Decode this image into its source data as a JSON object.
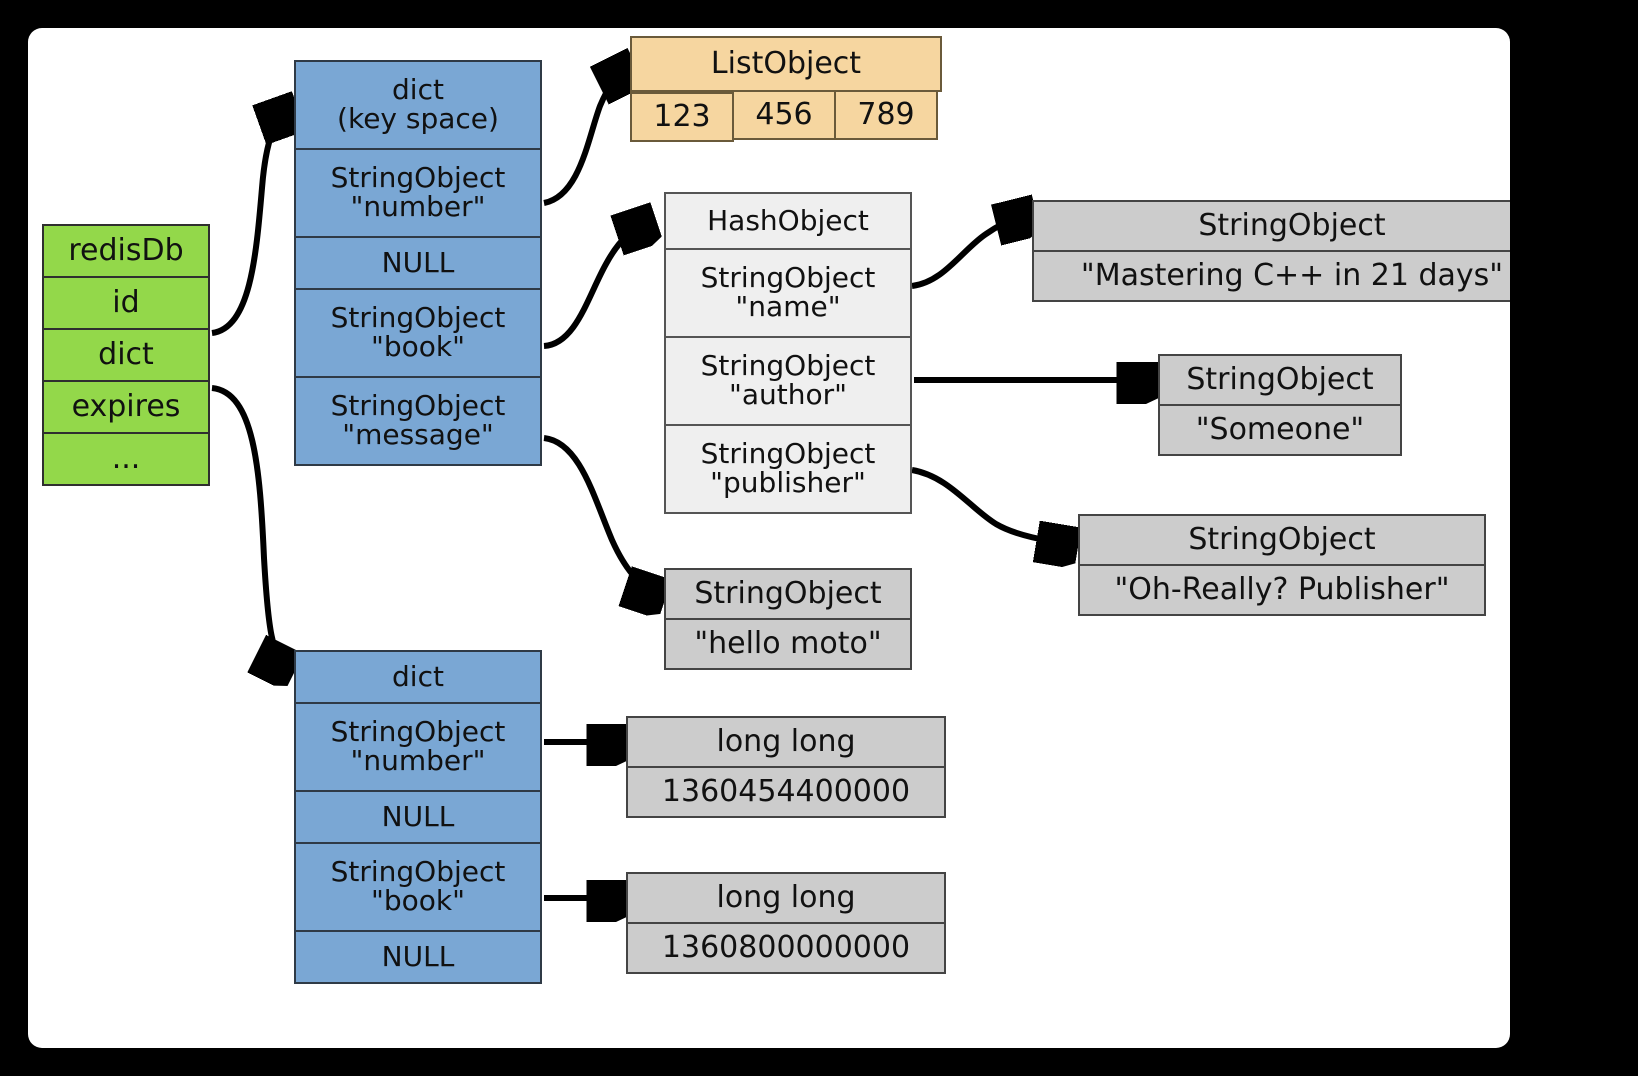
{
  "diagram": {
    "title": "redisDb key space object graph",
    "colors": {
      "redisdb": "#93d84a",
      "dict": "#7aa7d4",
      "listobject": "#f6d6a0",
      "hashobject": "#efefef",
      "stringobject": "#cccccc",
      "canvas": "#ffffff",
      "frame": "#000000"
    }
  },
  "redisdb": {
    "rows": [
      "redisDb",
      "id",
      "dict",
      "expires",
      "..."
    ]
  },
  "keyspace_dict": {
    "header_line1": "dict",
    "header_line2": "(key space)",
    "entries": [
      {
        "line1": "StringObject",
        "line2": "\"number\""
      },
      {
        "line1": "NULL",
        "line2": ""
      },
      {
        "line1": "StringObject",
        "line2": "\"book\""
      },
      {
        "line1": "StringObject",
        "line2": "\"message\""
      }
    ]
  },
  "list_object": {
    "header": "ListObject",
    "cells": [
      "123",
      "456",
      "789"
    ]
  },
  "hash_object": {
    "header": "HashObject",
    "fields": [
      {
        "line1": "StringObject",
        "line2": "\"name\""
      },
      {
        "line1": "StringObject",
        "line2": "\"author\""
      },
      {
        "line1": "StringObject",
        "line2": "\"publisher\""
      }
    ]
  },
  "string_objects": {
    "mastering": {
      "header": "StringObject",
      "value": "\"Mastering C++ in 21 days\""
    },
    "someone": {
      "header": "StringObject",
      "value": "\"Someone\""
    },
    "publisher": {
      "header": "StringObject",
      "value": "\"Oh-Really? Publisher\""
    },
    "hello": {
      "header": "StringObject",
      "value": "\"hello moto\""
    }
  },
  "expires_dict": {
    "header": "dict",
    "entries": [
      {
        "line1": "StringObject",
        "line2": "\"number\""
      },
      {
        "line1": "NULL",
        "line2": ""
      },
      {
        "line1": "StringObject",
        "line2": "\"book\""
      },
      {
        "line1": "NULL",
        "line2": ""
      }
    ]
  },
  "long_longs": [
    {
      "header": "long long",
      "value": "1360454400000"
    },
    {
      "header": "long long",
      "value": "1360800000000"
    }
  ]
}
